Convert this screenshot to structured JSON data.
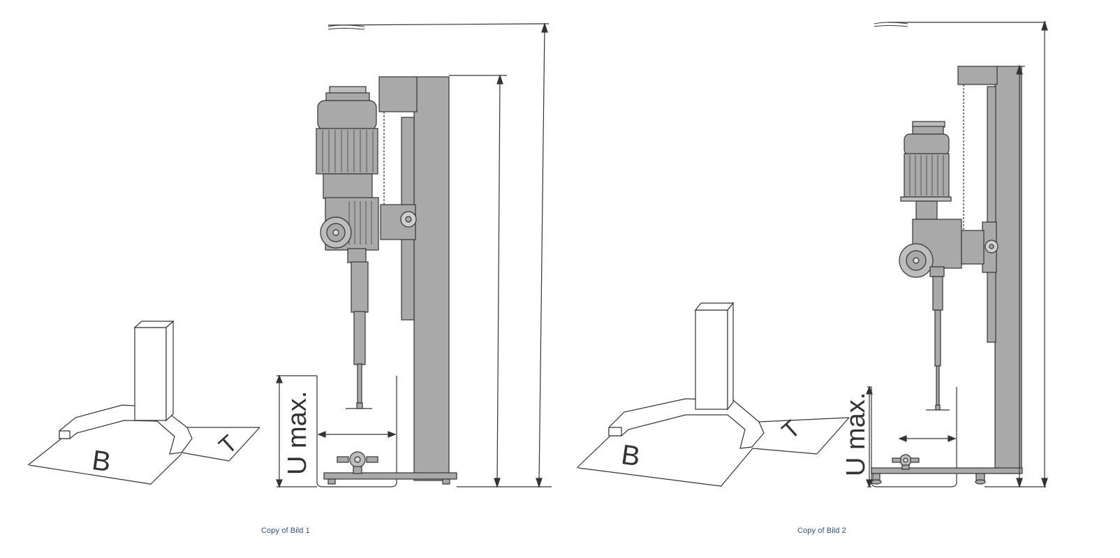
{
  "figures": [
    {
      "caption": "Copy of Bild 1",
      "labels": {
        "width": "B",
        "depth": "T",
        "clearance": "U max."
      }
    },
    {
      "caption": "Copy of Bild 2",
      "labels": {
        "width": "B",
        "depth": "T",
        "clearance": "U max."
      }
    }
  ],
  "colors": {
    "metal": "#a9a9a9",
    "metal_dark": "#8c8c8c",
    "line": "#333333",
    "caption": "#2d4f86"
  }
}
